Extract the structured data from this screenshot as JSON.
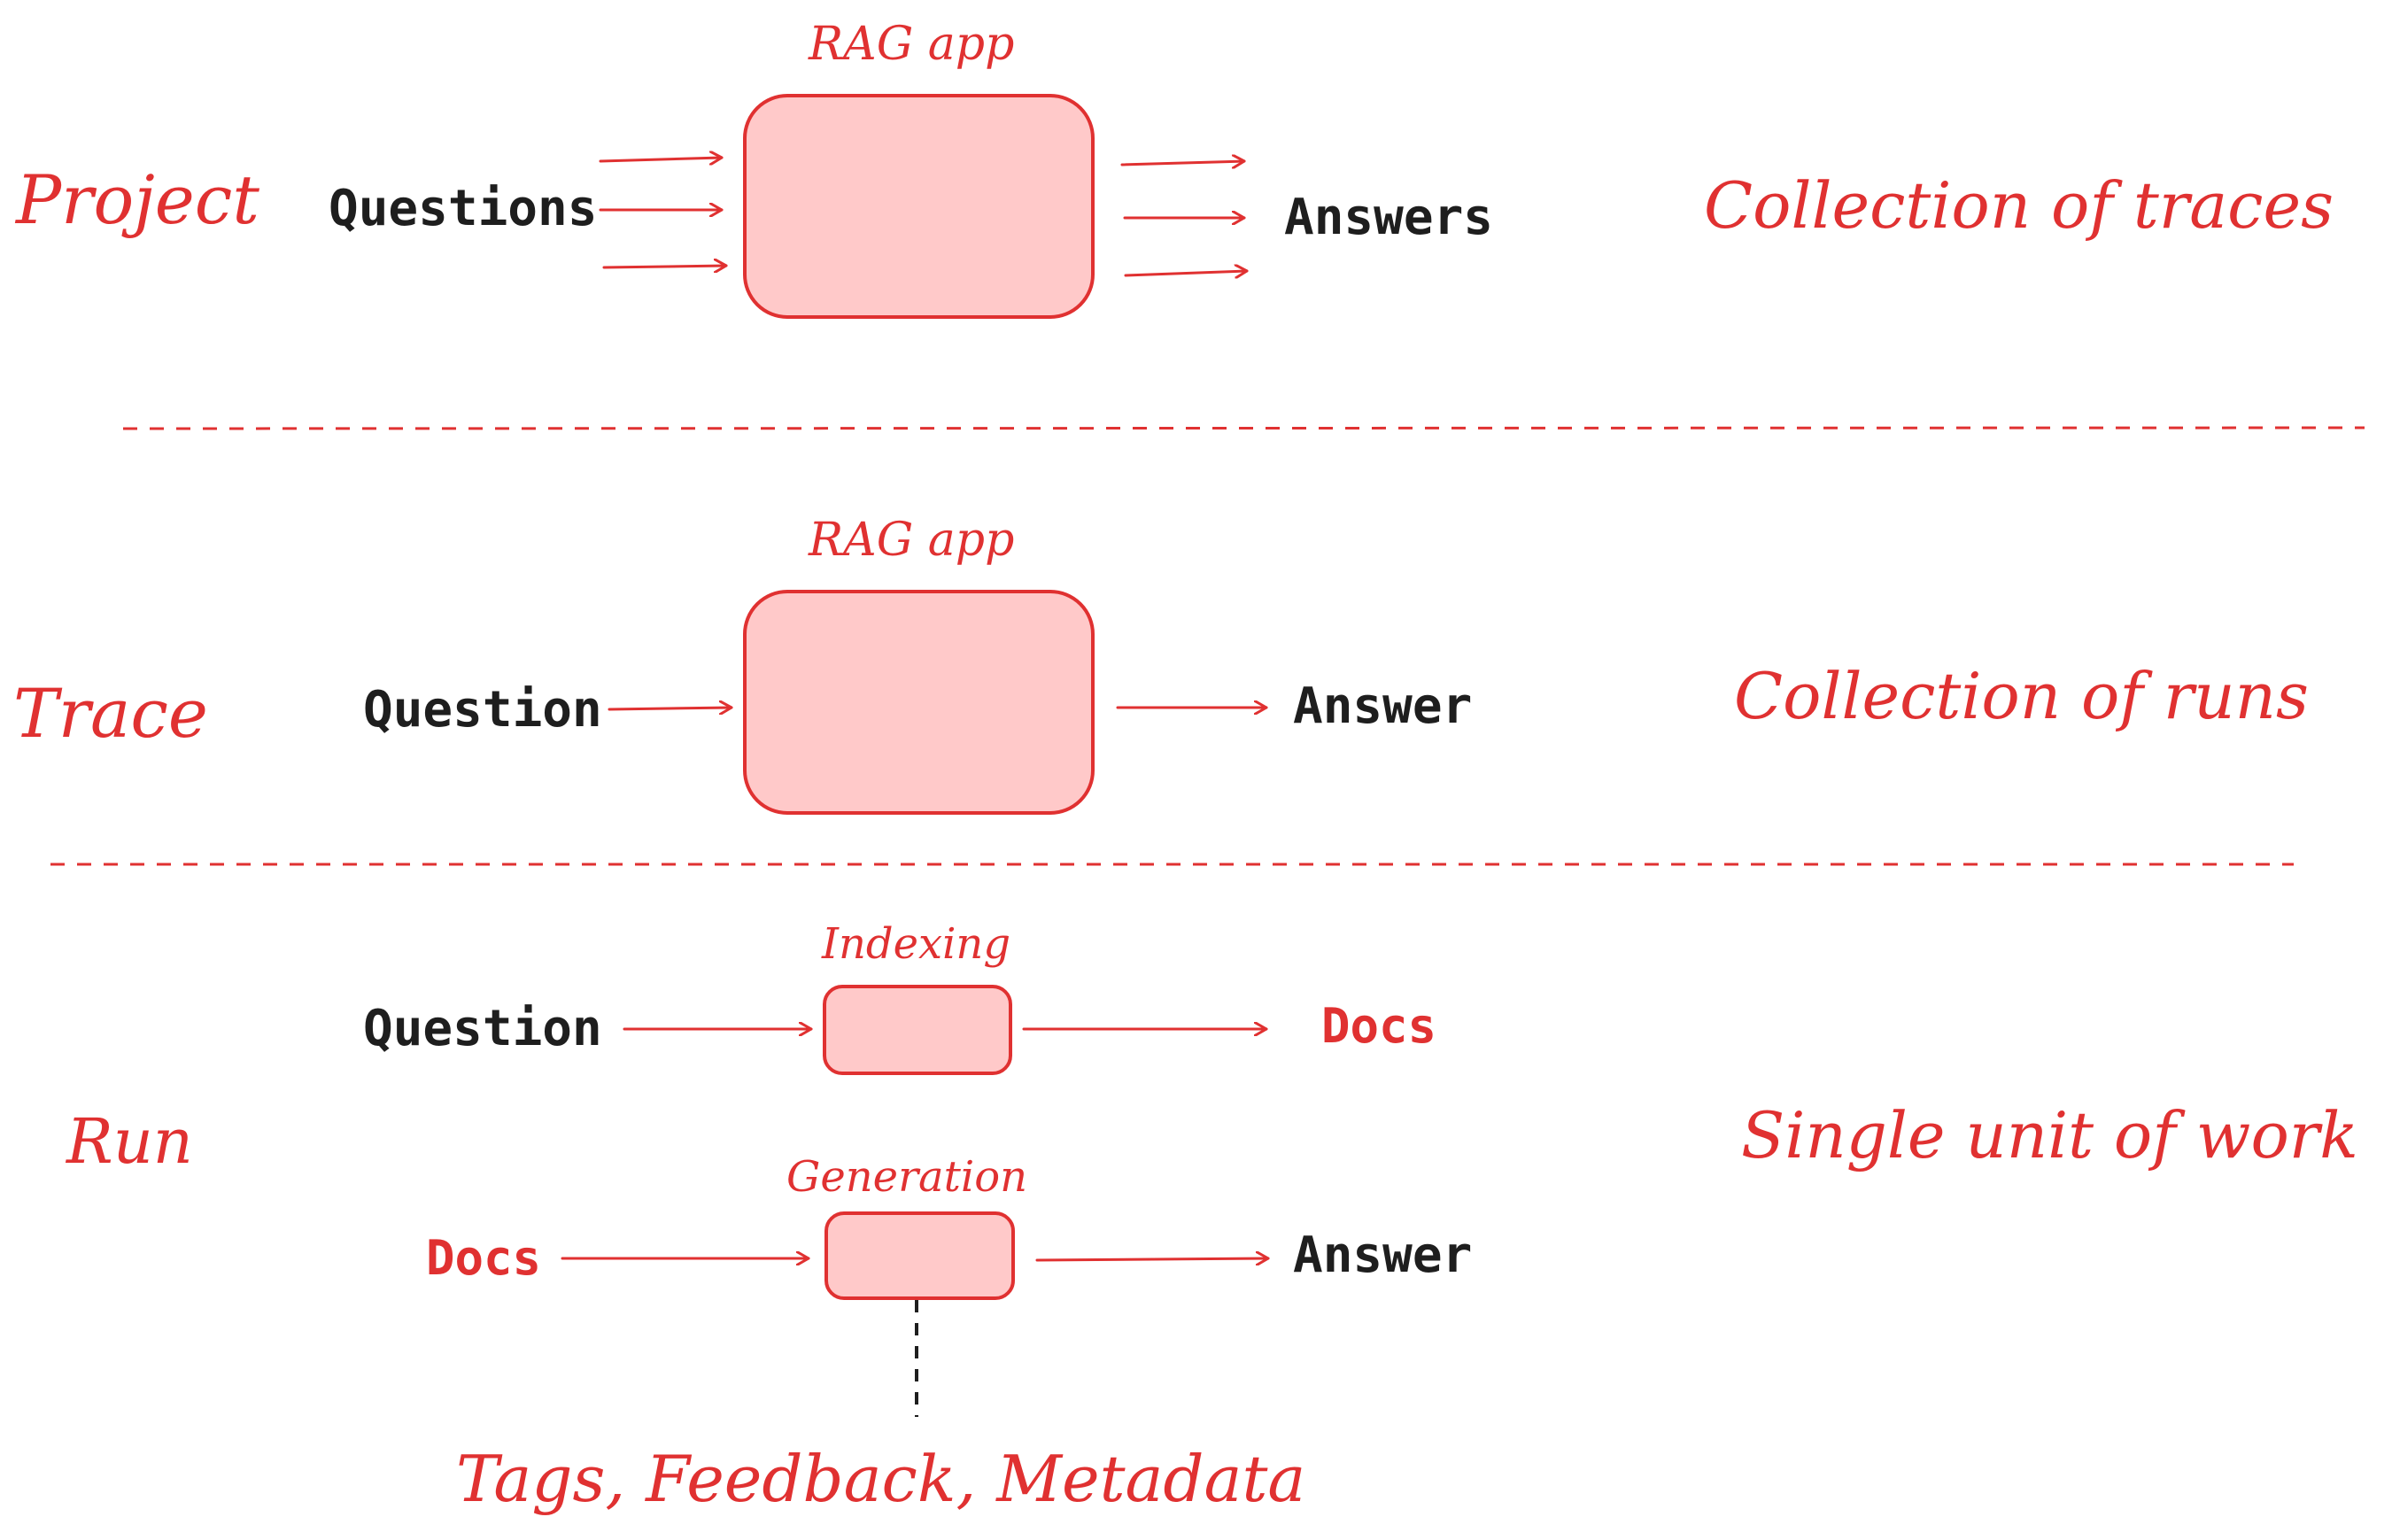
{
  "project": {
    "level_label": "Project",
    "box_label": "RAG app",
    "input_label": "Questions",
    "output_label": "Answers",
    "description": "Collection of traces"
  },
  "trace": {
    "level_label": "Trace",
    "box_label": "RAG app",
    "input_label": "Question",
    "output_label": "Answer",
    "description": "Collection of runs"
  },
  "run": {
    "level_label": "Run",
    "description": "Single unit of work",
    "indexing": {
      "box_label": "Indexing",
      "input_label": "Question",
      "output_label": "Docs"
    },
    "generation": {
      "box_label": "Generation",
      "input_label": "Docs",
      "output_label": "Answer"
    },
    "attributes_label": "Tags, Feedback, Metadata"
  },
  "colors": {
    "accent": "#e03131",
    "box_fill": "#ffc9c9",
    "text_dark": "#1e1e1e"
  }
}
